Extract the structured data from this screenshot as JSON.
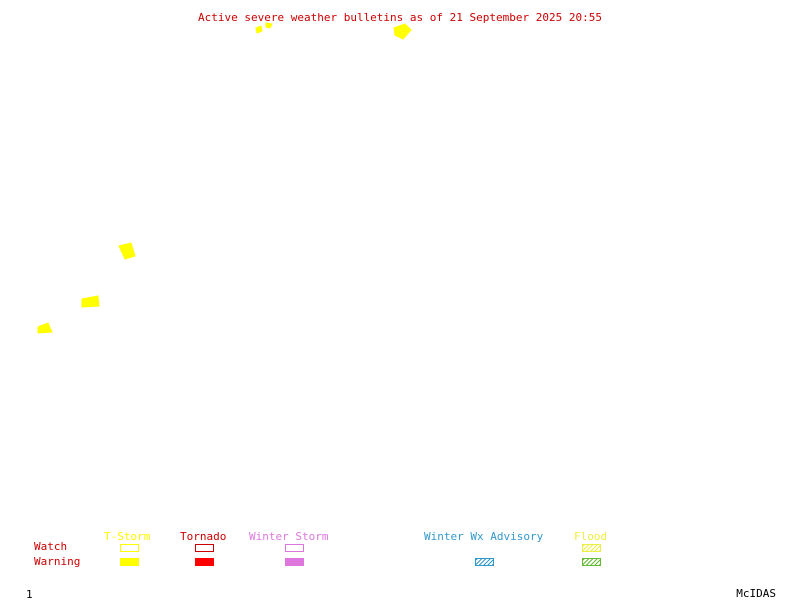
{
  "title": "Active severe weather bulletins as of 21 September 2025 20:55",
  "legend": {
    "row_labels": {
      "watch": "Watch",
      "warning": "Warning"
    },
    "categories": [
      {
        "key": "tstorm",
        "label": "T-Storm",
        "color": "#ffff00",
        "watch_style": "outline",
        "warning_style": "filled"
      },
      {
        "key": "tornado",
        "label": "Tornado",
        "color": "#ff0000",
        "watch_style": "outline",
        "warning_style": "filled"
      },
      {
        "key": "winter_storm",
        "label": "Winter Storm",
        "color": "#dd77dd",
        "watch_style": "outline",
        "warning_style": "filled"
      },
      {
        "key": "winter_wx_advisory",
        "label": "Winter Wx Advisory",
        "color": "#3399cc",
        "warning_style": "hatched"
      },
      {
        "key": "flood",
        "label": "Flood",
        "color_watch": "#eeee44",
        "color_warning": "#66bb33",
        "watch_style": "hatched",
        "warning_style": "hatched"
      }
    ]
  },
  "map": {
    "active_bulletin_type": "T-Storm Warning",
    "active_color": "#ffff00",
    "active_area_count": 6
  },
  "footer": {
    "frame_number": "1",
    "software": "McIDAS"
  }
}
